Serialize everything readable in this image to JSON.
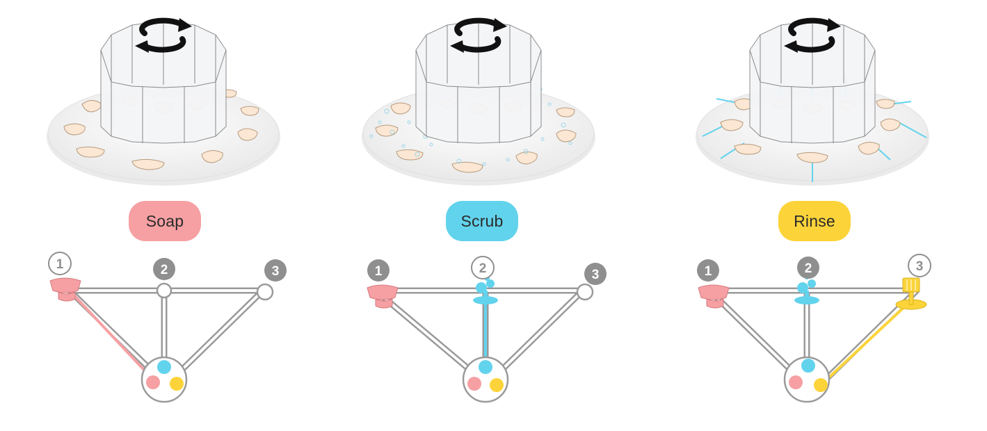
{
  "colors": {
    "soap": "#F6A0A3",
    "scrub": "#62D3EC",
    "rinse": "#FCD43A",
    "track": "#9a9a9a",
    "badge_filled": "#8f8f8f",
    "platform": "#f5f5f5"
  },
  "icons": {
    "rotation": "rotate-arrows-icon",
    "soap": "soap-dish-icon",
    "scrub": "bubbles-icon",
    "rinse": "faucet-icon"
  },
  "stages": [
    {
      "key": "soap",
      "label": "Soap",
      "active_station": 1,
      "badges": [
        "1",
        "2",
        "3"
      ]
    },
    {
      "key": "scrub",
      "label": "Scrub",
      "active_station": 2,
      "badges": [
        "1",
        "2",
        "3"
      ]
    },
    {
      "key": "rinse",
      "label": "Rinse",
      "active_station": 3,
      "badges": [
        "1",
        "2",
        "3"
      ]
    }
  ]
}
